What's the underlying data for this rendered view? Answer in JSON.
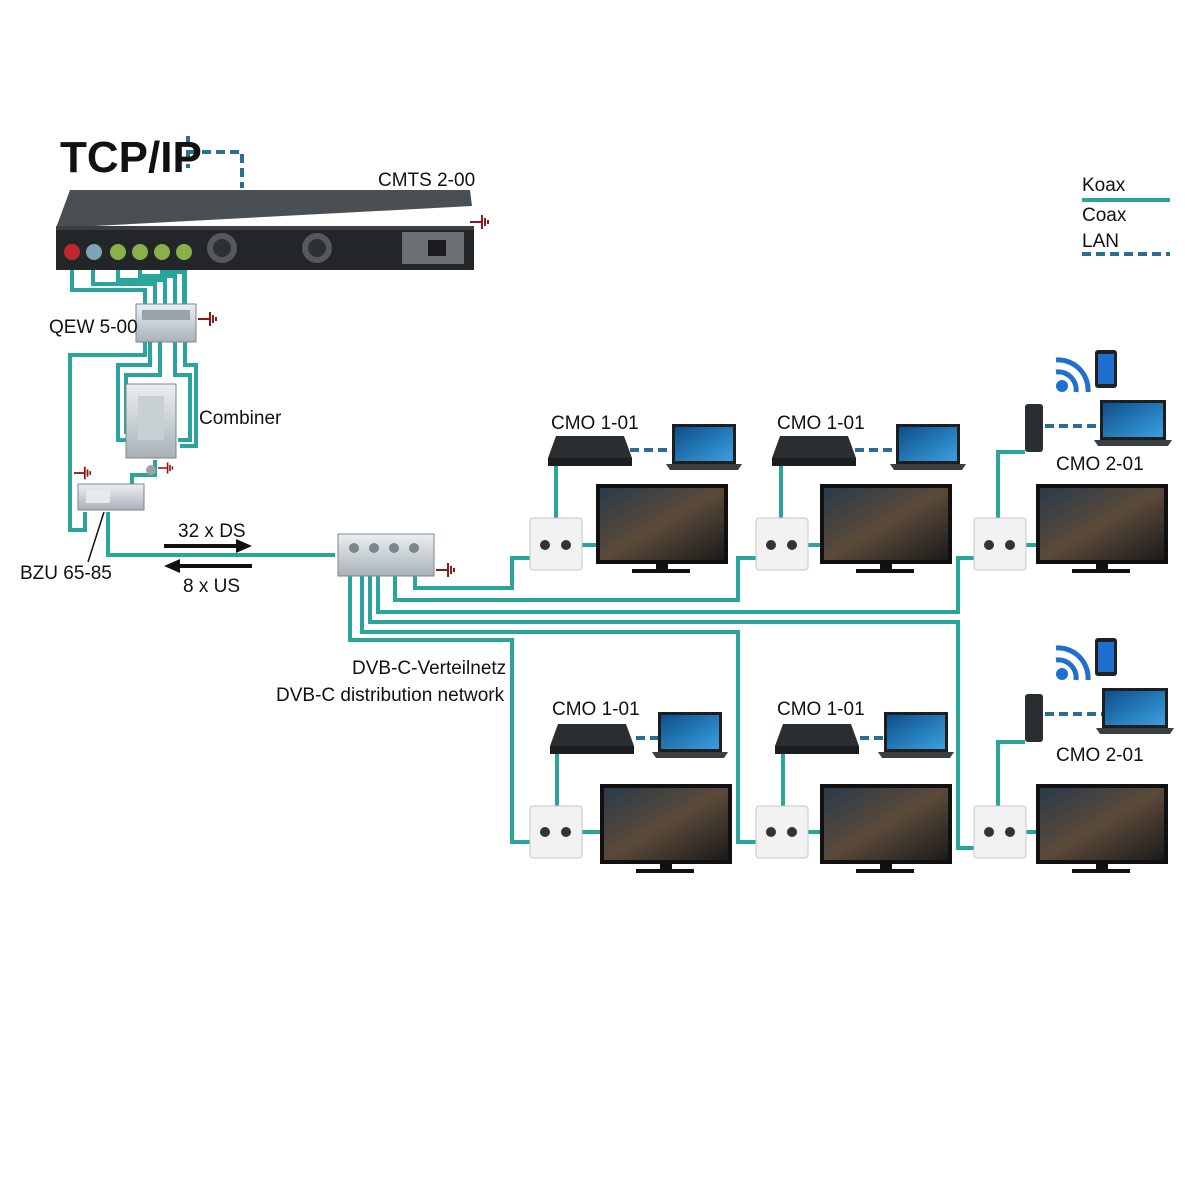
{
  "header": {
    "protocol": "TCP/IP"
  },
  "devices": {
    "cmts": "CMTS 2-00",
    "qew": "QEW 5-00",
    "combiner": "Combiner",
    "bzu": "BZU 65-85"
  },
  "signals": {
    "downstream": "32 x DS",
    "upstream": "8 x US"
  },
  "network": {
    "label_de": "DVB-C-Verteilnetz",
    "label_en": "DVB-C distribution network"
  },
  "modems": {
    "row1": [
      "CMO 1-01",
      "CMO 1-01",
      "CMO 2-01"
    ],
    "row2": [
      "CMO 1-01",
      "CMO 1-01",
      "CMO 2-01"
    ]
  },
  "legend": {
    "koax": "Koax",
    "coax": "Coax",
    "lan": "LAN"
  },
  "colors": {
    "coax": "#2aa59b",
    "lan": "#2b6e94",
    "ground": "#8b1a1a"
  }
}
